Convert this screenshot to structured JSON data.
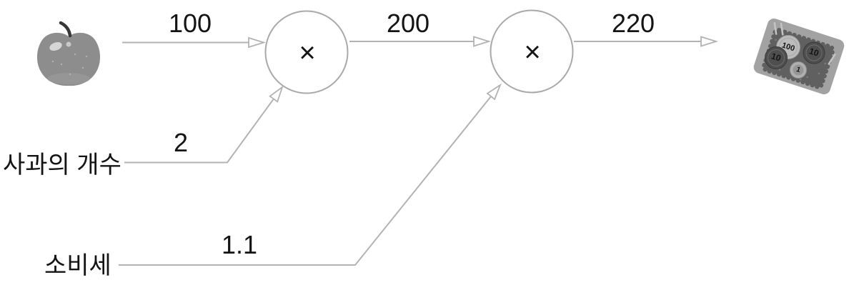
{
  "graph": {
    "node1_op": "×",
    "node2_op": "×",
    "edge_labels": {
      "apple_price": "100",
      "apple_subtotal": "200",
      "total": "220"
    },
    "input_values": {
      "apple_count": "2",
      "tax_rate": "1.1"
    },
    "input_labels": {
      "apple_count": "사과의 개수",
      "tax": "소비세"
    }
  },
  "icons": {
    "apple": "apple-icon",
    "coin_tray": "coin-tray-icon",
    "coin_labels": {
      "c100": "100",
      "c10_left": "10",
      "c10_right": "10",
      "c1": "1"
    }
  },
  "colors": {
    "arrow": "#b3b3b3",
    "node_stroke": "#a9a9a9",
    "text": "#141414",
    "background": "#ffffff"
  }
}
